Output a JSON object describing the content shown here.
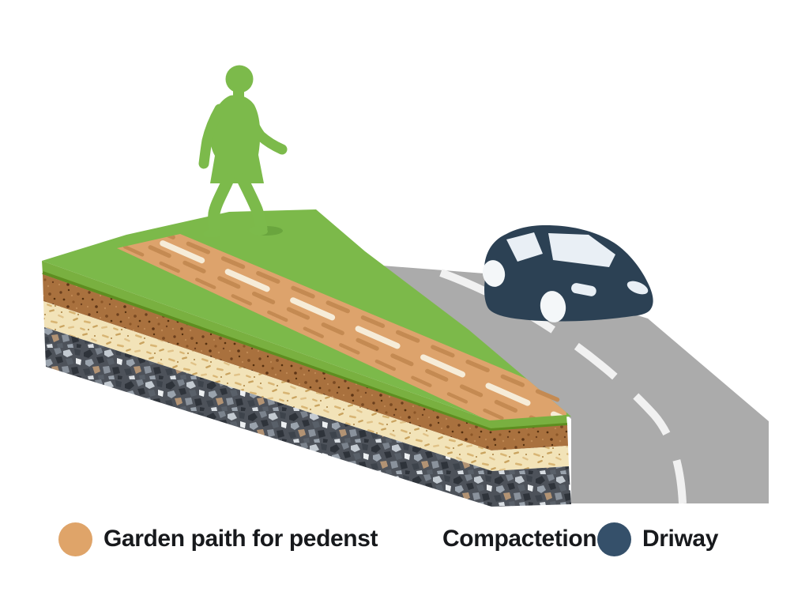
{
  "scene": {
    "background_color": "#ffffff",
    "pedestrian": {
      "color": "#7cba4b"
    },
    "garden_path_block": {
      "grass_color": "#7cb94a",
      "path_surface_color": "#dda36c",
      "path_dash_color_tan": "#c48a52",
      "path_dash_color_white": "#f6ecd8",
      "layers": [
        {
          "name": "grass-surface",
          "color": "#7cb94a"
        },
        {
          "name": "compacted-topsoil",
          "color": "#a9713e"
        },
        {
          "name": "sand-bedding",
          "color": "#f2e3b8"
        },
        {
          "name": "gravel-sub-base",
          "color": "#555a61"
        }
      ]
    },
    "road": {
      "surface_color": "#ababab",
      "center_line_color": "#f1f1f1"
    },
    "car": {
      "body_color": "#2c4154",
      "window_color": "#e9eff5"
    }
  },
  "legend": {
    "text_color": "#17191c",
    "items": [
      {
        "label": "Garden paith for pedenst",
        "swatch_color": "#dfa469"
      },
      {
        "label": "Compactetion",
        "swatch_color": null
      },
      {
        "label": "Driway",
        "swatch_color": "#35506a"
      }
    ]
  }
}
